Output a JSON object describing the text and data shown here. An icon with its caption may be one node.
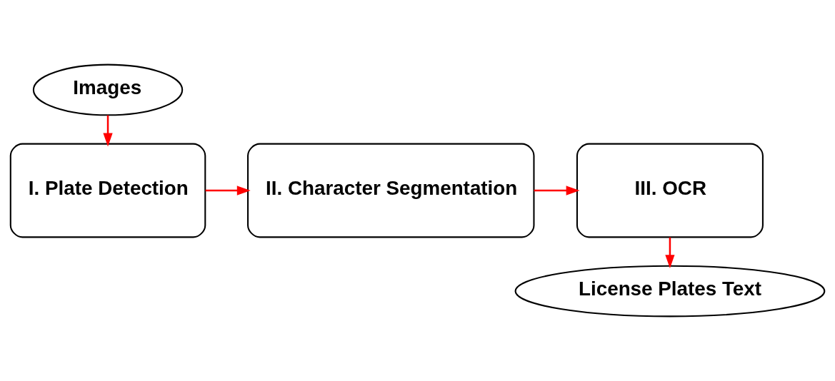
{
  "diagram": {
    "nodes": [
      {
        "text": [
          "Images"
        ]
      },
      {
        "text": [
          "I. Plate Detection"
        ]
      },
      {
        "text": [
          "II. Character Segmentation"
        ]
      },
      {
        "text": [
          "III. OCR"
        ]
      },
      {
        "text": [
          "License Plates Text"
        ]
      }
    ],
    "edges": [
      {
        "from": 0,
        "to": 1,
        "arrow": "to",
        "color": "#ff0000"
      },
      {
        "from": 1,
        "to": 2,
        "arrow": "to",
        "color": "#ff0000"
      },
      {
        "from": 2,
        "to": 3,
        "arrow": "to",
        "color": "#ff0000"
      },
      {
        "from": 3,
        "to": 4,
        "arrow": "to",
        "color": "#ff0000"
      }
    ]
  }
}
